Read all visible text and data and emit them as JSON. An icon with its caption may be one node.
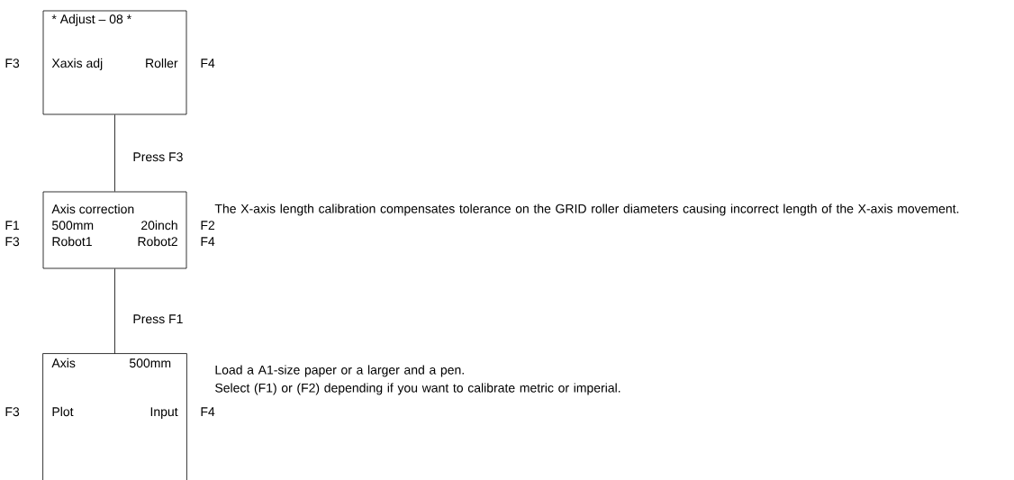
{
  "diagram": {
    "nodes": [
      {
        "text": [
          "* Adjust – 08 *",
          "Xaxis adj",
          "Roller"
        ],
        "beside": [
          "F3",
          "F4"
        ]
      },
      {
        "text": [
          "Axis correction",
          "500mm",
          "20inch",
          "Robot1",
          "Robot2"
        ],
        "beside": [
          "F1",
          "F2",
          "F3",
          "F4"
        ]
      },
      {
        "text": [
          "Axis",
          "500mm",
          "Plot",
          "Input"
        ],
        "beside": [
          "F3",
          "F4"
        ]
      }
    ],
    "edges": [
      {
        "from": 0,
        "to": 1,
        "arrow": "none",
        "label": "Press F3"
      },
      {
        "from": 1,
        "to": 2,
        "arrow": "none",
        "label": "Press F1"
      }
    ],
    "labels": [
      "The X-axis length calibration compensates tolerance on the GRID roller diameters causing incorrect length of the X-axis movement.",
      "Load a A1-size paper or a larger and a pen.",
      "Select (F1) or (F2) depending if you want to calibrate metric or imperial."
    ]
  }
}
